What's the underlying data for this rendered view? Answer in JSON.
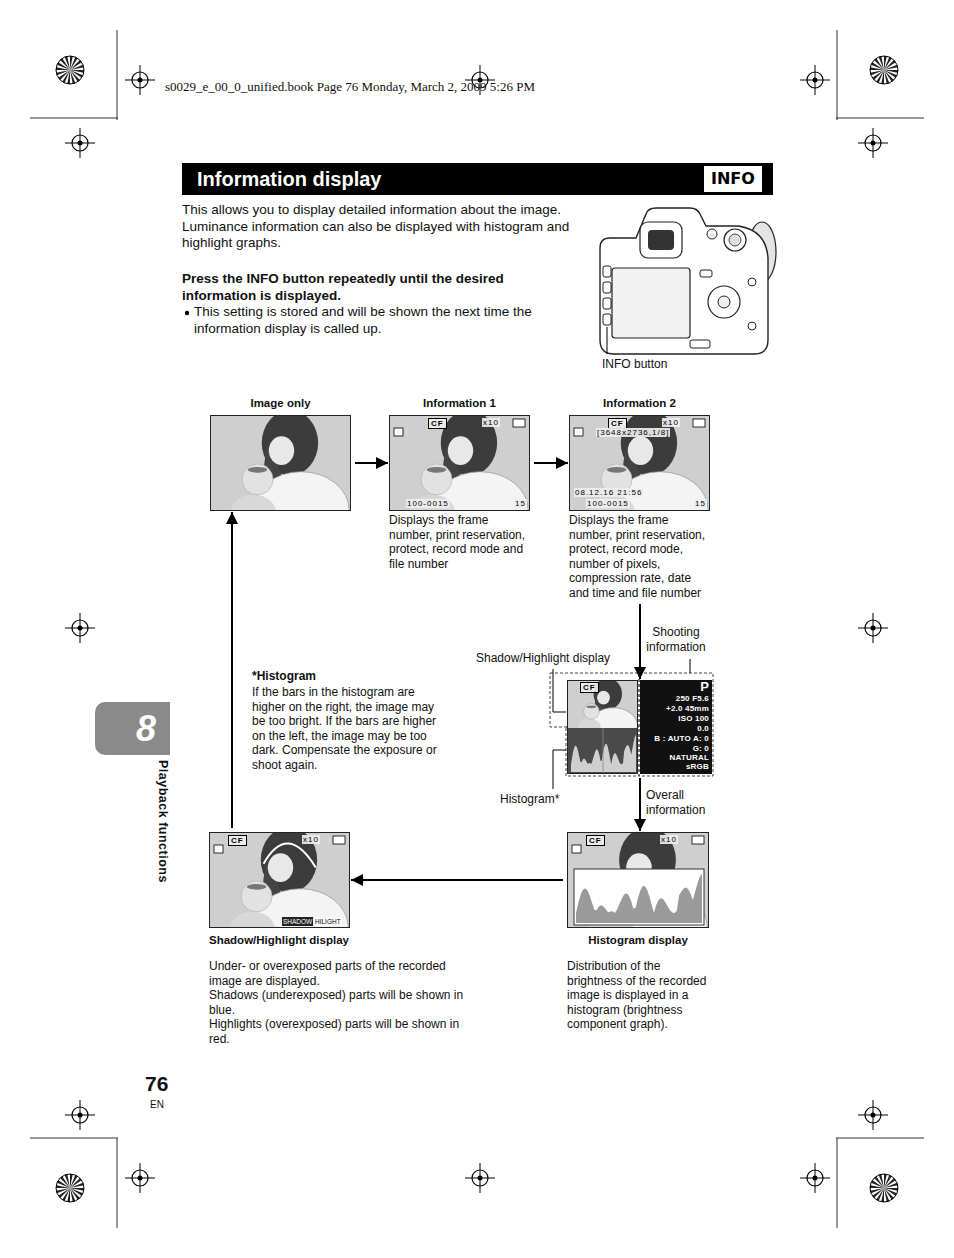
{
  "diagram": {
    "title": "Information display",
    "nodes": [
      {
        "text": [
          "INFO"
        ]
      },
      {
        "text": [
          "8"
        ]
      },
      {
        "text": [
          "Image only"
        ]
      },
      {
        "text": [
          "Information 1",
          "Displays the frame number, print reservation, protect, record mode and file number"
        ]
      },
      {
        "text": [
          "Information 2",
          "Displays the frame number, print reservation, protect, record mode, number of pixels, compression rate, date and time and file number"
        ]
      },
      {
        "text": [
          "Overall information"
        ]
      },
      {
        "text": [
          "Histogram display",
          "Distribution of the brightness of the recorded image is displayed in a histogram (brightness component graph)."
        ]
      },
      {
        "text": [
          "Shadow/Highlight display",
          "Under- or overexposed parts of the recorded image are displayed.",
          "Shadows (underexposed) parts will be shown in blue.",
          "Highlights (overexposed) parts will be shown in red."
        ]
      }
    ],
    "edges": [
      {
        "from": 2,
        "to": 3,
        "arrow": "to"
      },
      {
        "from": 3,
        "to": 4,
        "arrow": "to"
      },
      {
        "from": 4,
        "to": 5,
        "arrow": "to"
      },
      {
        "from": 5,
        "to": 6,
        "arrow": "to"
      },
      {
        "from": 6,
        "to": 7,
        "arrow": "to"
      },
      {
        "from": 7,
        "to": 2,
        "arrow": "to"
      }
    ],
    "labels": [
      "s0029_e_00_0_unified.book Page 76 Monday, March 2, 2009 5:26 PM",
      "This allows you to display detailed information about the image. Luminance information can also be displayed with histogram and highlight graphs.",
      "Press the INFO button repeatedly until the desired information is displayed.",
      "This setting is stored and will be shown the next time the information display is called up.",
      "INFO button",
      "Playback functions",
      "76",
      "EN",
      "Shooting information",
      "Shadow/Highlight display",
      "Histogram*",
      "*Histogram",
      "If the bars in the histogram are higher on the right, the image may be too bright. If the bars are higher on the left, the image may be too dark. Compensate the exposure or shoot again.",
      "CF",
      "x10",
      "100-0015",
      "15",
      "CF",
      "x10",
      "[3648x2736,1/8]",
      "08.12.16 21:56",
      "100-0015",
      "15",
      "CF",
      "P",
      "250 F5.6",
      "+2.0 45mm",
      "ISO 100",
      "0.0",
      "B : AUTO A: 0",
      "G: 0",
      "NATURAL",
      "sRGB",
      "CF",
      "x10",
      "CF",
      "x10",
      "SHADOW",
      "HILIGHT"
    ]
  }
}
